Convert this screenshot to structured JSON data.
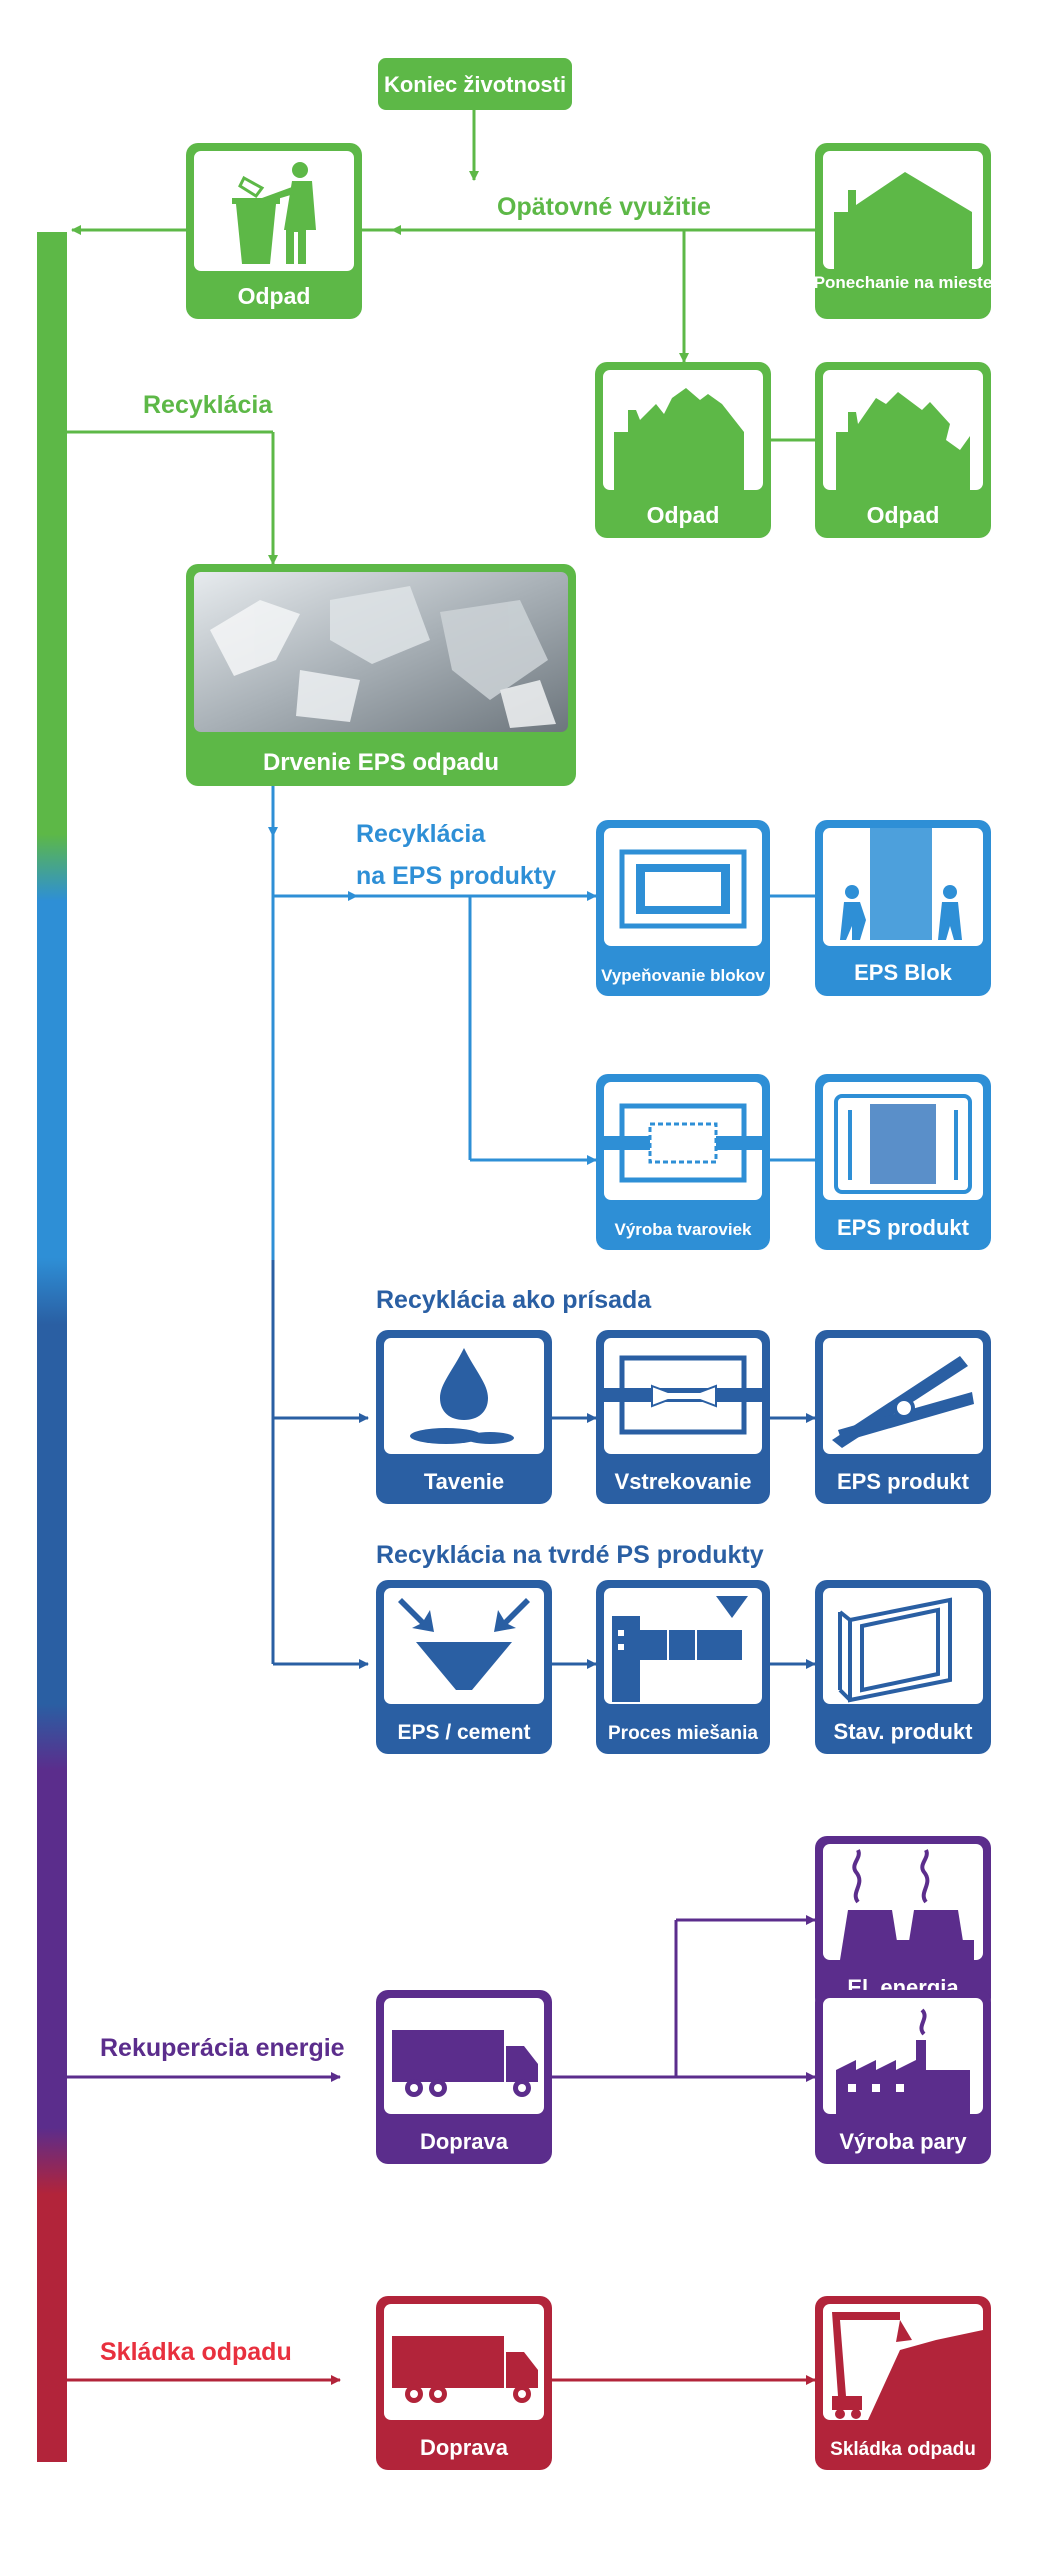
{
  "colors": {
    "green": "#5db847",
    "blue": "#2e8fd6",
    "navy": "#2a5fa3",
    "purple": "#5b2d8c",
    "red": "#b2243a"
  },
  "top": {
    "end_of_life": "Koniec životnosti",
    "reuse": "Opätovné využitie",
    "waste_bin_label": "Odpad",
    "leave_in_place": "Ponechanie na mieste",
    "house_waste_1": "Odpad",
    "house_waste_2": "Odpad"
  },
  "recycling": {
    "heading": "Recyklácia",
    "crushing": "Drvenie EPS odpadu"
  },
  "eps_products": {
    "heading_line1": "Recyklácia",
    "heading_line2": "na EPS produkty",
    "block_foaming": "Vypeňovanie blokov",
    "eps_block": "EPS Blok",
    "molding": "Výroba tvaroviek",
    "eps_product": "EPS produkt"
  },
  "additive": {
    "heading": "Recyklácia ako prísada",
    "melting": "Tavenie",
    "injection": "Vstrekovanie",
    "eps_product": "EPS produkt"
  },
  "hard_ps": {
    "heading": "Recyklácia na tvrdé PS produkty",
    "eps_cement": "EPS / cement",
    "mixing": "Proces miešania",
    "building_product": "Stav. produkt"
  },
  "energy": {
    "heading": "Rekuperácia energie",
    "transport": "Doprava",
    "electricity": "El. energia",
    "steam": "Výroba pary"
  },
  "landfill": {
    "heading": "Skládka odpadu",
    "transport": "Doprava",
    "landfill": "Skládka odpadu"
  }
}
